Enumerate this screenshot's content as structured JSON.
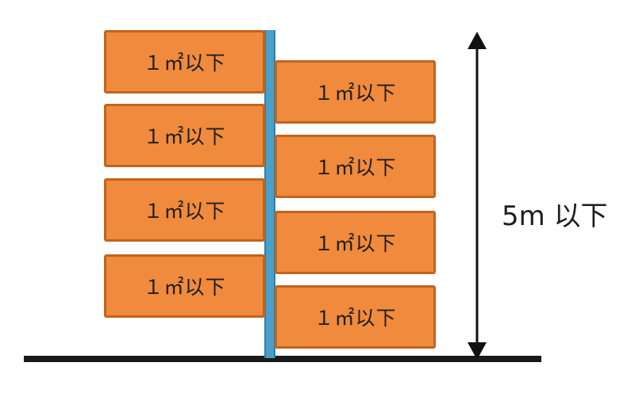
{
  "diagram": {
    "left_column": [
      {
        "label": "１㎡以下"
      },
      {
        "label": "１㎡以下"
      },
      {
        "label": "１㎡以下"
      },
      {
        "label": "１㎡以下"
      }
    ],
    "right_column": [
      {
        "label": "１㎡以下"
      },
      {
        "label": "１㎡以下"
      },
      {
        "label": "１㎡以下"
      },
      {
        "label": "１㎡以下"
      }
    ],
    "height_label": "5m 以下"
  },
  "colors": {
    "box_fill": "#f08a3c",
    "box_border": "#c0641f",
    "pole": "#4a9fc8",
    "ground": "#1a1a1a"
  }
}
